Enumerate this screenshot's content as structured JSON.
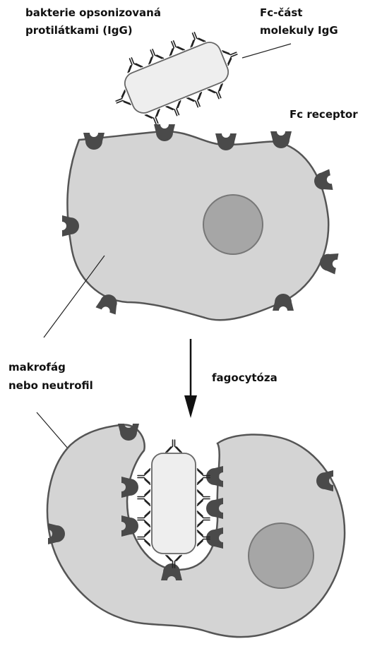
{
  "labels": {
    "bacteria_line1": "bakterie opsonizovaná",
    "bacteria_line2": "protilátkami (IgG)",
    "fc_part_line1": "Fc-část",
    "fc_part_line2": "molekuly IgG",
    "fc_receptor": "Fc receptor",
    "cell_line1": "makrofág",
    "cell_line2": "nebo neutrofil",
    "process": "fagocytóza"
  },
  "colors": {
    "cell_fill": "#d4d4d4",
    "cell_outline": "#555555",
    "nucleus_fill": "#a6a6a6",
    "nucleus_outline": "#777777",
    "bacterium_fill": "#eeeeee",
    "receptor_fill": "#4a4a4a",
    "text": "#111111"
  }
}
